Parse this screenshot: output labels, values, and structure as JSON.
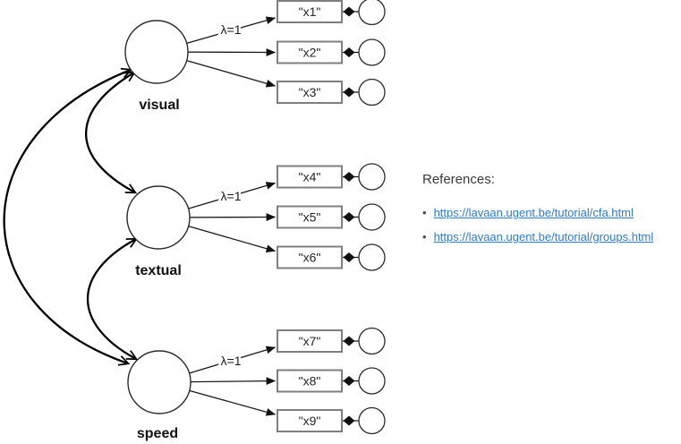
{
  "diagram": {
    "groups": [
      {
        "latent": "visual",
        "lambda_label": "λ=1",
        "indicators": [
          "\"x1\"",
          "\"x2\"",
          "\"x3\""
        ]
      },
      {
        "latent": "textual",
        "lambda_label": "λ=1",
        "indicators": [
          "\"x4\"",
          "\"x5\"",
          "\"x6\""
        ]
      },
      {
        "latent": "speed",
        "lambda_label": "λ=1",
        "indicators": [
          "\"x7\"",
          "\"x8\"",
          "\"x9\""
        ]
      }
    ],
    "colors": {
      "box_border": "#7f7f7f",
      "line": "#000000",
      "text": "#262626"
    }
  },
  "references": {
    "title": "References:",
    "link_color": "#2b7cd3",
    "links": [
      {
        "label": "https://lavaan.ugent.be/tutorial/cfa.html"
      },
      {
        "label": "https://lavaan.ugent.be/tutorial/groups.html"
      }
    ]
  }
}
